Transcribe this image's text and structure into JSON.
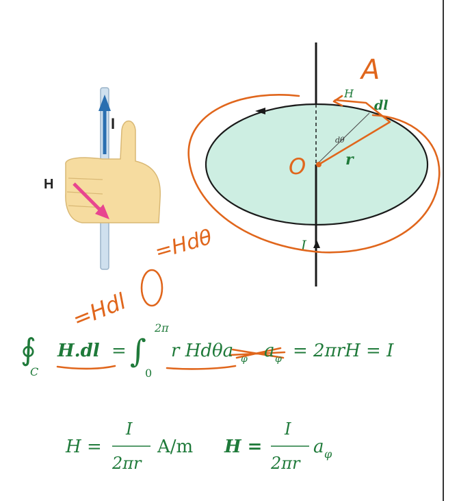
{
  "right_hand_rule": {
    "current_label": "I",
    "field_label": "H",
    "colors": {
      "arrow_current": "#2a6fb0",
      "arrow_field": "#e8458f",
      "hand": "#f6dca0",
      "wire": "#cfe0ee"
    }
  },
  "loop_diagram": {
    "field_label": "H",
    "dl_label": "dl",
    "dtheta_label": "dθ",
    "radius_label": "r",
    "current_label": "I",
    "colors": {
      "disk_fill": "#cdeee2",
      "disk_stroke": "#1a1a1a",
      "wire": "#1a1a1a"
    }
  },
  "annotations": {
    "point_a": "A",
    "origin": "O",
    "h_dl": "=Hdl",
    "h_dtheta": "=Hdθ",
    "ink_color": "#e0661c"
  },
  "equations": {
    "line1": {
      "contour_sub": "C",
      "lhs": "H.dl",
      "eq1": "=",
      "int_upper": "2π",
      "int_lower": "0",
      "integrand": "r Hdθa",
      "sub_phi": "φ",
      "a_phi": "a",
      "rhs": "= 2πrH = I"
    },
    "line2": {
      "h_left": "H =",
      "num1": "I",
      "den1": "2πr",
      "units": "A/m",
      "h_right": "H =",
      "num2": "I",
      "den2": "2πr",
      "a_phi": "a",
      "sub_phi": "φ"
    },
    "color": "#1f7a3a"
  }
}
